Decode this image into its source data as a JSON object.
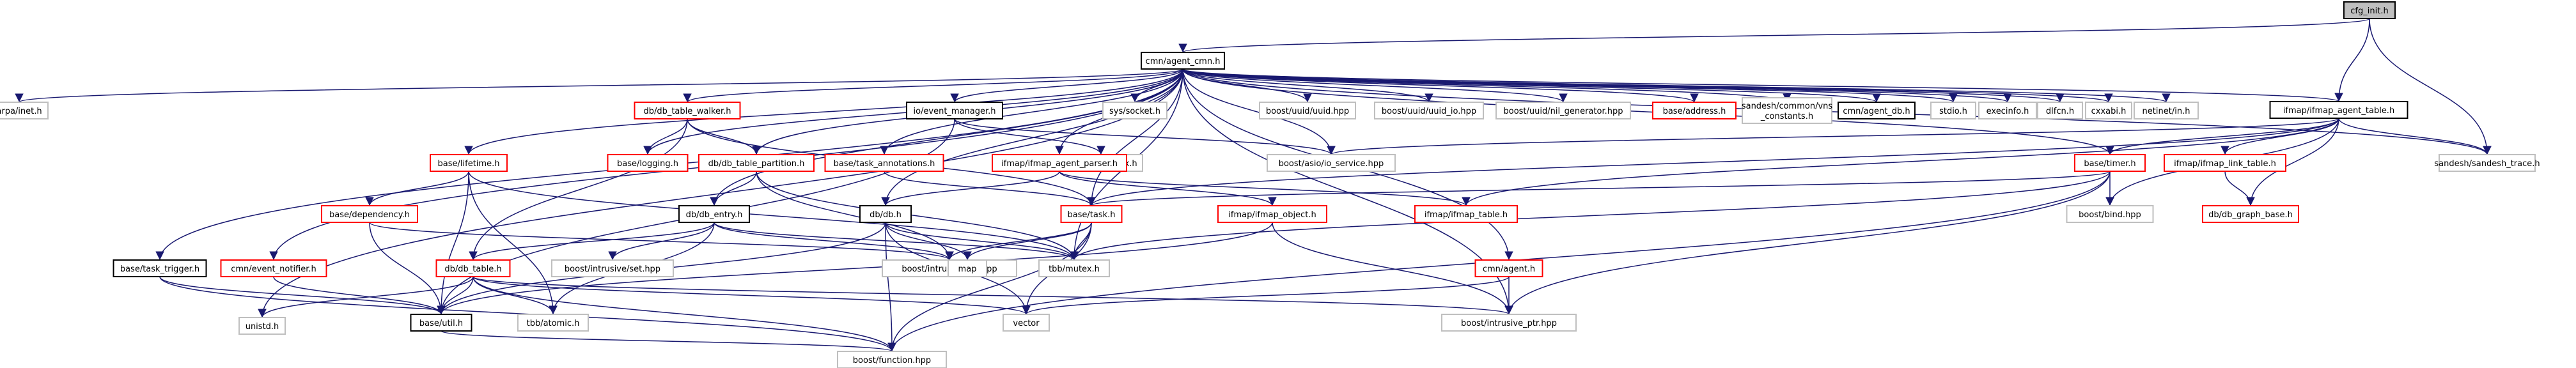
{
  "colors": {
    "edge": "#191970",
    "border_default": "#000000",
    "border_undocumented": "#bfbfbf",
    "border_red": "#ff0000",
    "root_fill": "#bfbfbf",
    "text": "#000000"
  },
  "graph": {
    "nodes": [
      {
        "id": "cfg_init",
        "label": "cfg_init.h",
        "style": "root"
      },
      {
        "id": "agent_cmn",
        "label": "cmn/agent_cmn.h",
        "style": "black"
      },
      {
        "id": "ifmap_agent_table",
        "label": "ifmap/ifmap_agent_table.h",
        "style": "black"
      },
      {
        "id": "sandesh_trace",
        "label": "sandesh/sandesh_trace.h",
        "style": "gray"
      },
      {
        "id": "arpa_inet",
        "label": "arpa/inet.h",
        "style": "gray"
      },
      {
        "id": "unistd",
        "label": "unistd.h",
        "style": "gray"
      },
      {
        "id": "db_table_walker",
        "label": "db/db_table_walker.h",
        "style": "red"
      },
      {
        "id": "io_event_manager",
        "label": "io/event_manager.h",
        "style": "black"
      },
      {
        "id": "sys_socket",
        "label": "sys/socket.h",
        "style": "gray"
      },
      {
        "id": "uuid_hpp",
        "label": "boost/uuid/uuid.hpp",
        "style": "gray"
      },
      {
        "id": "uuid_io",
        "label": "boost/uuid/uuid_io.hpp",
        "style": "gray"
      },
      {
        "id": "nil_gen",
        "label": "boost/uuid/nil_generator.hpp",
        "style": "gray"
      },
      {
        "id": "base_address",
        "label": "base/address.h",
        "style": "red"
      },
      {
        "id": "vns_constants",
        "label": "sandesh/common/vns\n_constants.h",
        "style": "gray"
      },
      {
        "id": "agent_db",
        "label": "cmn/agent_db.h",
        "style": "black"
      },
      {
        "id": "stdio",
        "label": "stdio.h",
        "style": "gray"
      },
      {
        "id": "execinfo",
        "label": "execinfo.h",
        "style": "gray"
      },
      {
        "id": "dlfcn",
        "label": "dlfcn.h",
        "style": "gray"
      },
      {
        "id": "cxxabi",
        "label": "cxxabi.h",
        "style": "gray"
      },
      {
        "id": "netinet_in",
        "label": "netinet/in.h",
        "style": "gray"
      },
      {
        "id": "base_logging",
        "label": "base/logging.h",
        "style": "red"
      },
      {
        "id": "db_table_partition",
        "label": "db/db_table_partition.h",
        "style": "red"
      },
      {
        "id": "task_annotations",
        "label": "base/task_annotations.h",
        "style": "red"
      },
      {
        "id": "tbb_spin_mutex",
        "label": "tbb/spin_mutex.h",
        "style": "gray"
      },
      {
        "id": "io_service",
        "label": "boost/asio/io_service.hpp",
        "style": "gray"
      },
      {
        "id": "ifmap_agent_parser",
        "label": "ifmap/ifmap_agent_parser.h",
        "style": "red"
      },
      {
        "id": "base_lifetime",
        "label": "base/lifetime.h",
        "style": "red"
      },
      {
        "id": "base_dependency",
        "label": "base/dependency.h",
        "style": "red"
      },
      {
        "id": "db_entry",
        "label": "db/db_entry.h",
        "style": "black"
      },
      {
        "id": "db_db",
        "label": "db/db.h",
        "style": "black"
      },
      {
        "id": "base_task",
        "label": "base/task.h",
        "style": "red"
      },
      {
        "id": "ifmap_object",
        "label": "ifmap/ifmap_object.h",
        "style": "red"
      },
      {
        "id": "ifmap_table",
        "label": "ifmap/ifmap_table.h",
        "style": "red"
      },
      {
        "id": "intrusive_list",
        "label": "boost/intrusive/list.hpp",
        "style": "gray"
      },
      {
        "id": "intrusive_set",
        "label": "boost/intrusive/set.hpp",
        "style": "gray"
      },
      {
        "id": "map",
        "label": "map",
        "style": "gray"
      },
      {
        "id": "tbb_mutex",
        "label": "tbb/mutex.h",
        "style": "gray"
      },
      {
        "id": "base_task_trigger",
        "label": "base/task_trigger.h",
        "style": "black"
      },
      {
        "id": "event_notifier",
        "label": "cmn/event_notifier.h",
        "style": "red"
      },
      {
        "id": "db_table",
        "label": "db/db_table.h",
        "style": "red"
      },
      {
        "id": "base_util",
        "label": "base/util.h",
        "style": "black"
      },
      {
        "id": "tbb_atomic",
        "label": "tbb/atomic.h",
        "style": "gray"
      },
      {
        "id": "vector",
        "label": "vector",
        "style": "gray"
      },
      {
        "id": "cmn_agent",
        "label": "cmn/agent.h",
        "style": "red"
      },
      {
        "id": "intrusive_ptr",
        "label": "boost/intrusive_ptr.hpp",
        "style": "gray"
      },
      {
        "id": "function_hpp",
        "label": "boost/function.hpp",
        "style": "gray"
      },
      {
        "id": "base_timer",
        "label": "base/timer.h",
        "style": "red"
      },
      {
        "id": "bind_hpp",
        "label": "boost/bind.hpp",
        "style": "gray"
      },
      {
        "id": "ifmap_link_table",
        "label": "ifmap/ifmap_link_table.h",
        "style": "red"
      },
      {
        "id": "db_graph_base",
        "label": "db/db_graph_base.h",
        "style": "red"
      }
    ],
    "edges": [
      [
        "cfg_init",
        "agent_cmn"
      ],
      [
        "cfg_init",
        "ifmap_agent_table"
      ],
      [
        "cfg_init",
        "sandesh_trace"
      ],
      [
        "agent_cmn",
        "arpa_inet"
      ],
      [
        "agent_cmn",
        "unistd"
      ],
      [
        "agent_cmn",
        "db_table_walker"
      ],
      [
        "agent_cmn",
        "io_event_manager"
      ],
      [
        "agent_cmn",
        "sys_socket"
      ],
      [
        "agent_cmn",
        "uuid_hpp"
      ],
      [
        "agent_cmn",
        "uuid_io"
      ],
      [
        "agent_cmn",
        "nil_gen"
      ],
      [
        "agent_cmn",
        "base_address"
      ],
      [
        "agent_cmn",
        "vns_constants"
      ],
      [
        "agent_cmn",
        "agent_db"
      ],
      [
        "agent_cmn",
        "stdio"
      ],
      [
        "agent_cmn",
        "execinfo"
      ],
      [
        "agent_cmn",
        "dlfcn"
      ],
      [
        "agent_cmn",
        "cxxabi"
      ],
      [
        "agent_cmn",
        "netinet_in"
      ],
      [
        "agent_cmn",
        "ifmap_agent_table"
      ],
      [
        "agent_cmn",
        "sandesh_trace"
      ],
      [
        "agent_cmn",
        "base_logging"
      ],
      [
        "agent_cmn",
        "db_table_partition"
      ],
      [
        "agent_cmn",
        "task_annotations"
      ],
      [
        "agent_cmn",
        "ifmap_agent_parser"
      ],
      [
        "agent_cmn",
        "base_lifetime"
      ],
      [
        "agent_cmn",
        "base_task_trigger"
      ],
      [
        "agent_cmn",
        "event_notifier"
      ],
      [
        "agent_cmn",
        "db_entry"
      ],
      [
        "agent_cmn",
        "db_db"
      ],
      [
        "agent_cmn",
        "base_task"
      ],
      [
        "agent_cmn",
        "cmn_agent"
      ],
      [
        "agent_cmn",
        "intrusive_ptr"
      ],
      [
        "agent_cmn",
        "io_service"
      ],
      [
        "agent_cmn",
        "base_timer"
      ],
      [
        "agent_cmn",
        "tbb_mutex"
      ],
      [
        "db_table_walker",
        "base_logging"
      ],
      [
        "db_table_walker",
        "db_table_partition"
      ],
      [
        "db_table_walker",
        "db_table"
      ],
      [
        "db_table_walker",
        "base_task"
      ],
      [
        "io_event_manager",
        "tbb_spin_mutex"
      ],
      [
        "io_event_manager",
        "io_service"
      ],
      [
        "io_event_manager",
        "base_util"
      ],
      [
        "db_table_partition",
        "db_entry"
      ],
      [
        "db_table_partition",
        "intrusive_list"
      ],
      [
        "db_table_partition",
        "tbb_mutex"
      ],
      [
        "task_annotations",
        "base_task"
      ],
      [
        "ifmap_agent_parser",
        "db_db"
      ],
      [
        "ifmap_agent_parser",
        "ifmap_object"
      ],
      [
        "ifmap_agent_parser",
        "ifmap_table"
      ],
      [
        "base_lifetime",
        "base_dependency"
      ],
      [
        "base_lifetime",
        "base_util"
      ],
      [
        "base_lifetime",
        "tbb_atomic"
      ],
      [
        "base_lifetime",
        "tbb_mutex"
      ],
      [
        "base_dependency",
        "base_util"
      ],
      [
        "base_dependency",
        "intrusive_list"
      ],
      [
        "db_entry",
        "db_table"
      ],
      [
        "db_entry",
        "intrusive_set"
      ],
      [
        "db_entry",
        "intrusive_list"
      ],
      [
        "db_entry",
        "tbb_atomic"
      ],
      [
        "db_entry",
        "tbb_mutex"
      ],
      [
        "db_db",
        "map"
      ],
      [
        "db_db",
        "tbb_mutex"
      ],
      [
        "db_db",
        "vector"
      ],
      [
        "db_db",
        "base_util"
      ],
      [
        "db_db",
        "function_hpp"
      ],
      [
        "base_task",
        "map"
      ],
      [
        "base_task",
        "intrusive_list"
      ],
      [
        "base_task",
        "tbb_mutex"
      ],
      [
        "base_task",
        "vector"
      ],
      [
        "base_task",
        "function_hpp"
      ],
      [
        "ifmap_object",
        "base_util"
      ],
      [
        "ifmap_object",
        "intrusive_ptr"
      ],
      [
        "base_task_trigger",
        "base_util"
      ],
      [
        "base_task_trigger",
        "function_hpp"
      ],
      [
        "event_notifier",
        "base_util"
      ],
      [
        "db_table",
        "unistd"
      ],
      [
        "db_table",
        "base_util"
      ],
      [
        "db_table",
        "tbb_atomic"
      ],
      [
        "db_table",
        "vector"
      ],
      [
        "db_table",
        "intrusive_ptr"
      ],
      [
        "db_table",
        "function_hpp"
      ],
      [
        "base_util",
        "function_hpp"
      ],
      [
        "cmn_agent",
        "vector"
      ],
      [
        "cmn_agent",
        "intrusive_ptr"
      ],
      [
        "ifmap_agent_table",
        "ifmap_link_table"
      ],
      [
        "ifmap_agent_table",
        "db_graph_base"
      ],
      [
        "ifmap_agent_table",
        "base_timer"
      ],
      [
        "ifmap_agent_table",
        "ifmap_table"
      ],
      [
        "ifmap_agent_table",
        "sandesh_trace"
      ],
      [
        "ifmap_agent_table",
        "io_service"
      ],
      [
        "ifmap_agent_table",
        "base_task"
      ],
      [
        "ifmap_agent_table",
        "bind_hpp"
      ],
      [
        "ifmap_link_table",
        "db_graph_base"
      ],
      [
        "base_timer",
        "bind_hpp"
      ],
      [
        "base_timer",
        "base_task"
      ],
      [
        "base_timer",
        "tbb_mutex"
      ],
      [
        "base_timer",
        "intrusive_ptr"
      ],
      [
        "base_timer",
        "function_hpp"
      ]
    ]
  }
}
